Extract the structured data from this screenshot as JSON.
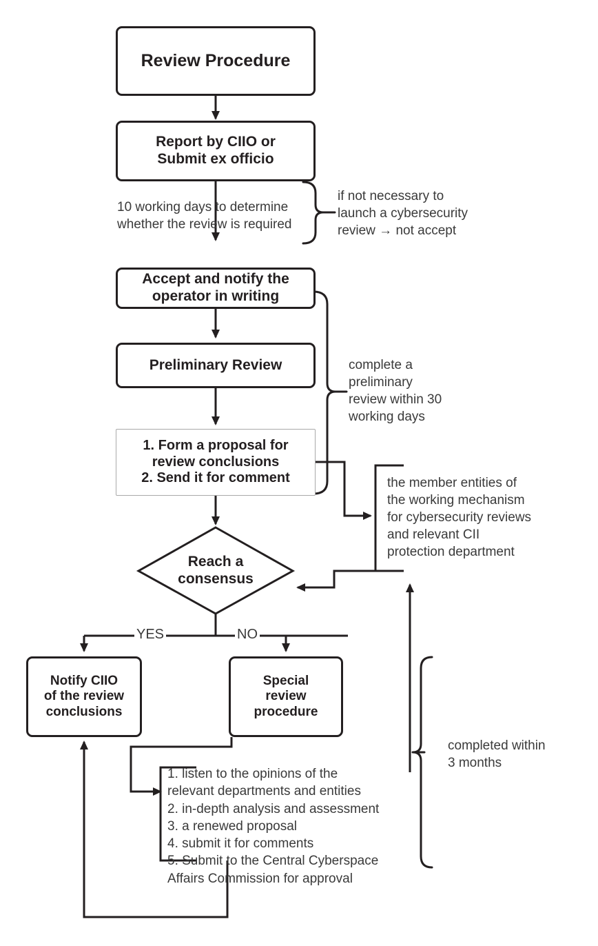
{
  "diagram": {
    "title": "Review Procedure",
    "type": "flowchart",
    "accent_color": "#231f20",
    "note_color": "#3a3a3a",
    "thin_border_color": "#a9a9a9",
    "background": "#ffffff"
  },
  "nodes": {
    "start": {
      "label": "Review Procedure"
    },
    "report": {
      "label": "Report by CIIO or\nSubmit ex officio"
    },
    "accept": {
      "label": "Accept and notify the\noperator in writing"
    },
    "preliminary": {
      "label": "Preliminary Review"
    },
    "proposal": {
      "label": "1. Form a proposal for\nreview conclusions\n2. Send it for comment"
    },
    "decision": {
      "label": "Reach a\nconsensus"
    },
    "notify": {
      "label": "Notify CIIO\nof the review\nconclusions"
    },
    "special": {
      "label": "Special\nreview\nprocedure"
    }
  },
  "branches": {
    "yes": "YES",
    "no": "NO"
  },
  "notes": {
    "ten_days": "10 working days to determine\nwhether the review is required",
    "not_accept": "if not necessary to\nlaunch a cybersecurity\nreview → not accept",
    "thirty_days": "complete a\npreliminary\nreview within 30\nworking days",
    "member_entities": "the member entities of\nthe working mechanism\nfor cybersecurity reviews\nand relevant CII\nprotection department",
    "three_months": "completed within\n3 months"
  },
  "special_steps": {
    "text": "1. listen to the opinions of the\nrelevant departments and entities\n2. in-depth analysis and assessment\n3. a renewed proposal\n4. submit it for comments\n5. Submit to the Central Cyberspace\nAffairs Commission for approval",
    "items": [
      "1. listen to the opinions of the relevant departments and entities",
      "2. in-depth analysis and assessment",
      "3. a renewed proposal",
      "4. submit it for comments",
      "5. Submit to the Central Cyberspace Affairs Commission for approval"
    ]
  }
}
